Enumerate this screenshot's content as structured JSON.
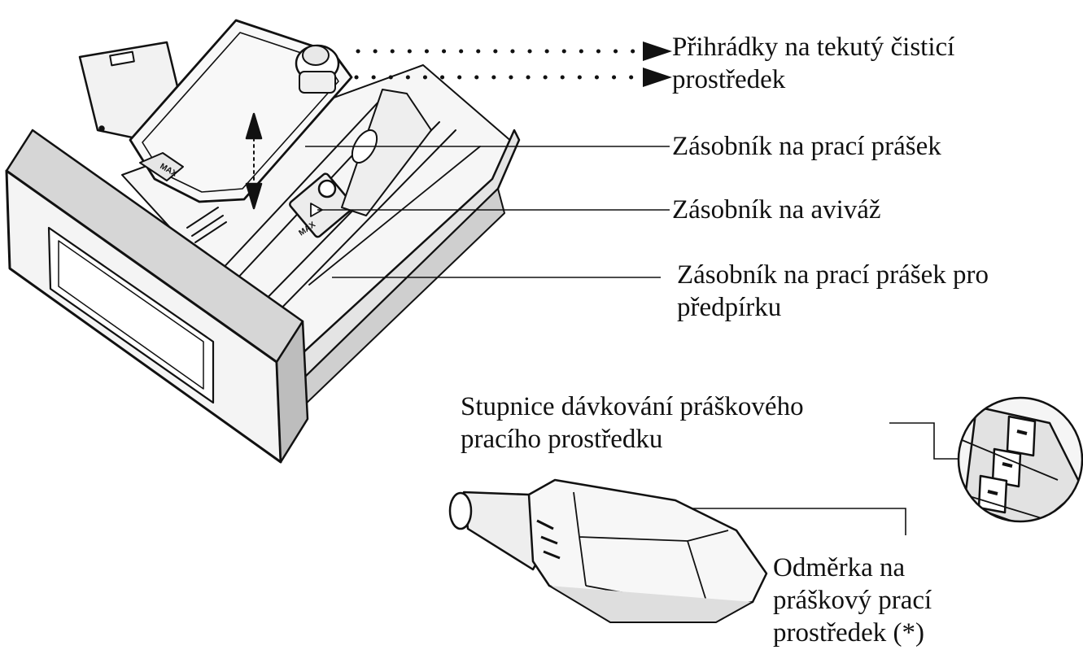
{
  "labels": {
    "liquid_compartments": {
      "line1": "Přihrádky na tekutý čisticí",
      "line2": "prostředek"
    },
    "main_wash": "Zásobník na prací prášek",
    "softener": "Zásobník na aviváž",
    "prewash": {
      "line1": "Zásobník na prací prášek pro",
      "line2": "předpírku"
    },
    "dosing_scale": {
      "line1": "Stupnice dávkování práškového",
      "line2": "pracího prostředku"
    },
    "scoop": {
      "line1": "Odměrka na",
      "line2": "práškový prací",
      "line3": "prostředek (*)"
    }
  },
  "drawing_text": {
    "max_mark_1": "MAX",
    "max_mark_2": "MAX"
  },
  "colors": {
    "ink": "#111111",
    "fill_light": "#f2f2f2",
    "fill_mid": "#dcdcdc",
    "fill_dark": "#bfbfbf"
  }
}
